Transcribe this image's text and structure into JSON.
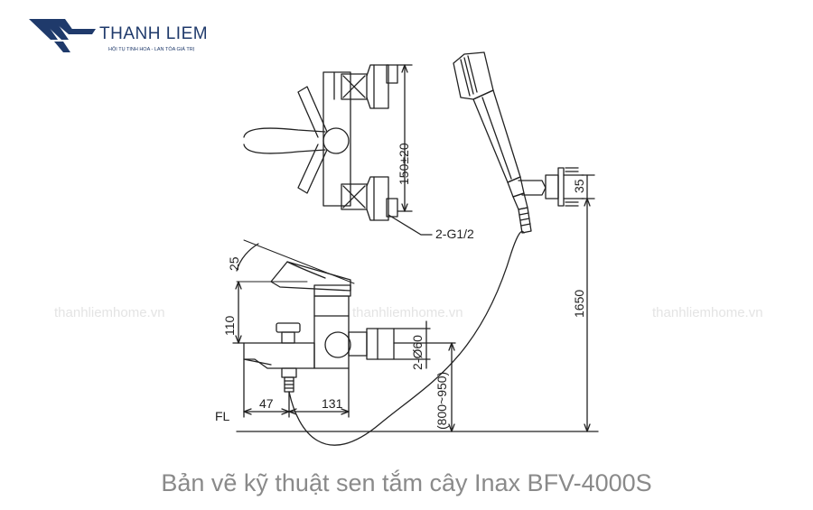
{
  "logo": {
    "name": "THANH LIEM",
    "tagline": "HỘI TỤ TINH HOA - LAN TỎA GIÁ TRỊ",
    "color": "#1f3a6b"
  },
  "watermark": "thanhliemhome.vn",
  "dimensions": {
    "spacing": "150±20",
    "inlets": "2-G1/2",
    "angle": "25",
    "spout_height": "110",
    "rosette": "2-Ø60",
    "install_height": "(800~950)",
    "spout_offset": "47",
    "body_width": "131",
    "floor": "FL",
    "bracket": "35",
    "holder_height": "1650"
  },
  "caption": "Bản vẽ kỹ thuật sen tắm cây Inax BFV-4000S"
}
